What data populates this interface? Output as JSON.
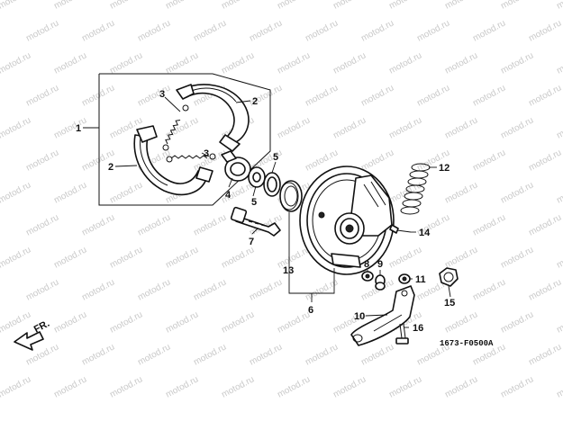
{
  "watermark": "motod.ru",
  "diagram_code": "1673-F0500A",
  "front_arrow": {
    "label": "FR."
  },
  "callouts": {
    "c1": "1",
    "c2a": "2",
    "c2b": "2",
    "c3a": "3",
    "c3b": "3",
    "c4": "4",
    "c5a": "5",
    "c5b": "5",
    "c6": "6",
    "c7": "7",
    "c8": "8",
    "c9": "9",
    "c10": "10",
    "c11": "11",
    "c12": "12",
    "c13": "13",
    "c14": "14",
    "c15": "15",
    "c16": "16"
  }
}
